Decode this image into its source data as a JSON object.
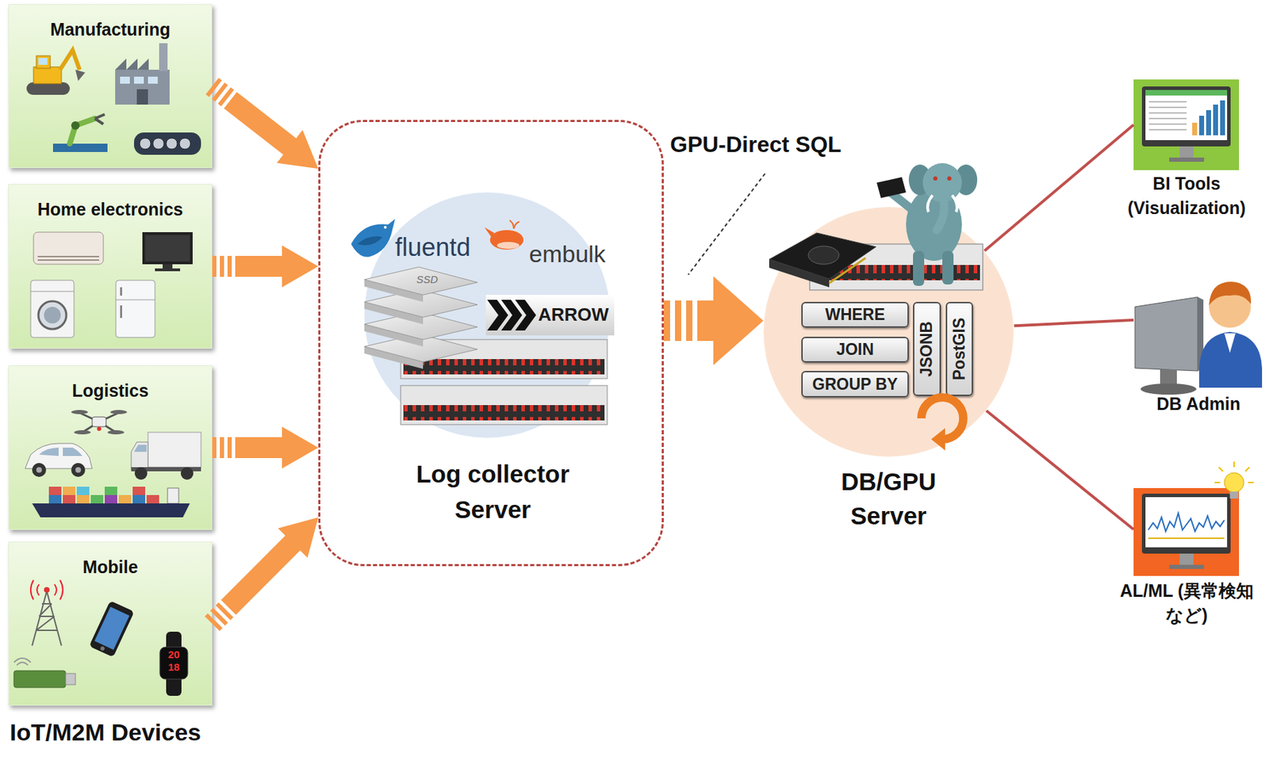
{
  "diagram": {
    "nodes": [
      {
        "text": [
          "Manufacturing"
        ]
      },
      {
        "text": [
          "Home electronics"
        ]
      },
      {
        "text": [
          "Logistics"
        ]
      },
      {
        "text": [
          "Mobile"
        ]
      },
      {
        "text": [
          "Log collector Server"
        ]
      },
      {
        "text": [
          "DB/GPU Server"
        ]
      },
      {
        "text": [
          "WHERE"
        ],
        "in": 5
      },
      {
        "text": [
          "JOIN"
        ],
        "in": 5
      },
      {
        "text": [
          "GROUP BY"
        ],
        "in": 5
      },
      {
        "text": [
          "JSONB"
        ],
        "in": 5
      },
      {
        "text": [
          "PostGIS"
        ],
        "in": 5
      },
      {
        "text": [
          "BI Tools (Visualization)"
        ]
      },
      {
        "text": [
          "DB Admin"
        ]
      },
      {
        "text": [
          "AL/ML (異常検知など)"
        ]
      }
    ],
    "edges": [
      {
        "from": 0,
        "to": 4,
        "arrow": "to"
      },
      {
        "from": 1,
        "to": 4,
        "arrow": "to"
      },
      {
        "from": 2,
        "to": 4,
        "arrow": "to"
      },
      {
        "from": 3,
        "to": 4,
        "arrow": "to"
      },
      {
        "from": 4,
        "to": 5,
        "arrow": "to"
      },
      {
        "from": 5,
        "to": 11,
        "arrow": "none"
      },
      {
        "from": 5,
        "to": 12,
        "arrow": "none"
      },
      {
        "from": 5,
        "to": 13,
        "arrow": "none"
      }
    ],
    "labels": [
      "IoT/M2M Devices",
      "GPU-Direct SQL",
      "fluentd",
      "embulk",
      "ARROW",
      "SSD",
      "20",
      "18"
    ]
  }
}
